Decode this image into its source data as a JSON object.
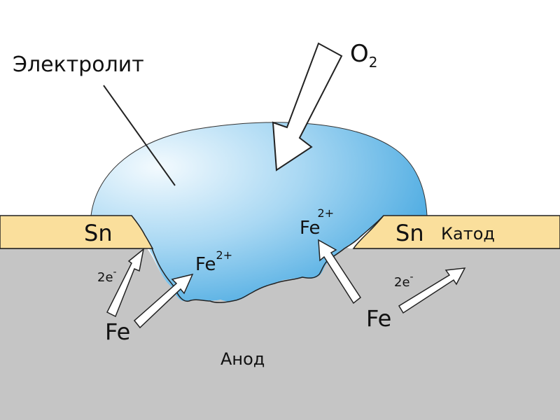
{
  "labels": {
    "electrolyte": "Электролит",
    "oxygen": "O",
    "oxygen_sub": "2",
    "tin_left": "Sn",
    "tin_right": "Sn",
    "cathode": "Катод",
    "anode": "Анод",
    "iron_left": "Fe",
    "iron_right": "Fe",
    "ion_left": "Fe",
    "ion_left_charge": "2+",
    "ion_right": "Fe",
    "ion_right_charge": "2+",
    "electrons_left": "2e",
    "electrons_left_sup": "-",
    "electrons_right": "2e",
    "electrons_right_sup": "-"
  },
  "colors": {
    "steel": "#c5c5c5",
    "tin": "#fadf9c",
    "electrolyte_dark": "#3da4df",
    "electrolyte_light": "#eef8fe",
    "arrow_fill": "#ffffff",
    "outline": "#222222"
  }
}
